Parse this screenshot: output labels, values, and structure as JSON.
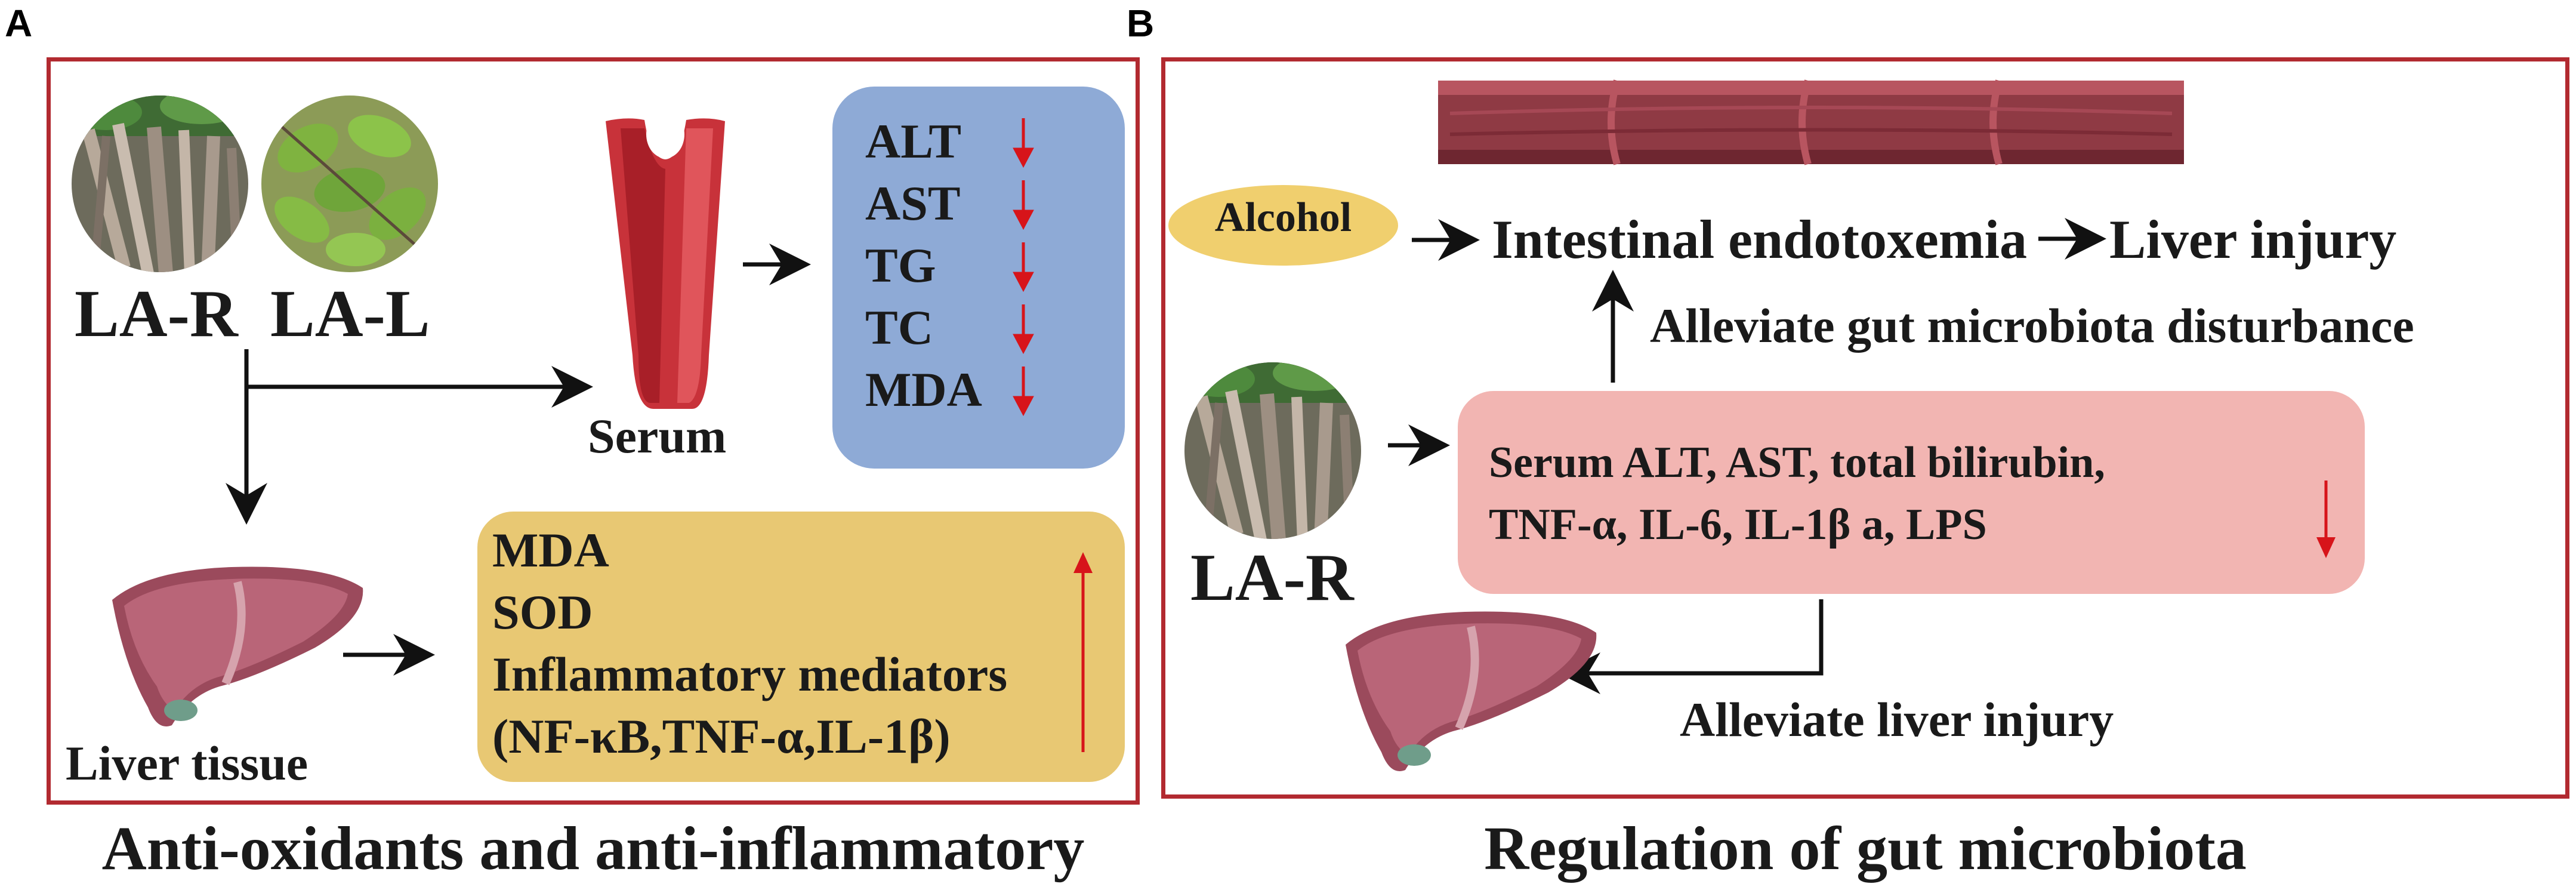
{
  "panel_a": {
    "letter": "A",
    "plant_label_root": "LA-R",
    "plant_label_leaf": "LA-L",
    "serum_label": "Serum",
    "liver_label": "Liver tissue",
    "serum_markers": [
      "ALT",
      "AST",
      "TG",
      "TC",
      "MDA"
    ],
    "serum_marker_trend": "down",
    "liver_markers": [
      "MDA",
      "SOD",
      "Inflammatory mediators",
      "(NF-κB,TNF-α,IL-1β)"
    ],
    "liver_marker_trend": "up",
    "caption": "Anti-oxidants and anti-inflammatory"
  },
  "panel_b": {
    "letter": "B",
    "alcohol_label": "Alcohol",
    "endotoxemia_label": "Intestinal endotoxemia",
    "liver_injury_label": "Liver injury",
    "gut_label": "Alleviate gut microbiota disturbance",
    "plant_label": "LA-R",
    "serum_line1": "Serum ALT, AST, total bilirubin,",
    "serum_line2": "TNF-α, IL-6, IL-1β a, LPS",
    "serum_trend": "down",
    "alleviate_liver_label": "Alleviate liver injury",
    "caption": "Regulation of gut microbiota"
  },
  "colors": {
    "frame": "#b22a30",
    "arrow_red": "#d7141a",
    "serum_box": "#8eaad6",
    "liver_box": "#e8c873",
    "pink_box": "#f2b5b2",
    "alcohol_oval": "#f0cf6e"
  }
}
